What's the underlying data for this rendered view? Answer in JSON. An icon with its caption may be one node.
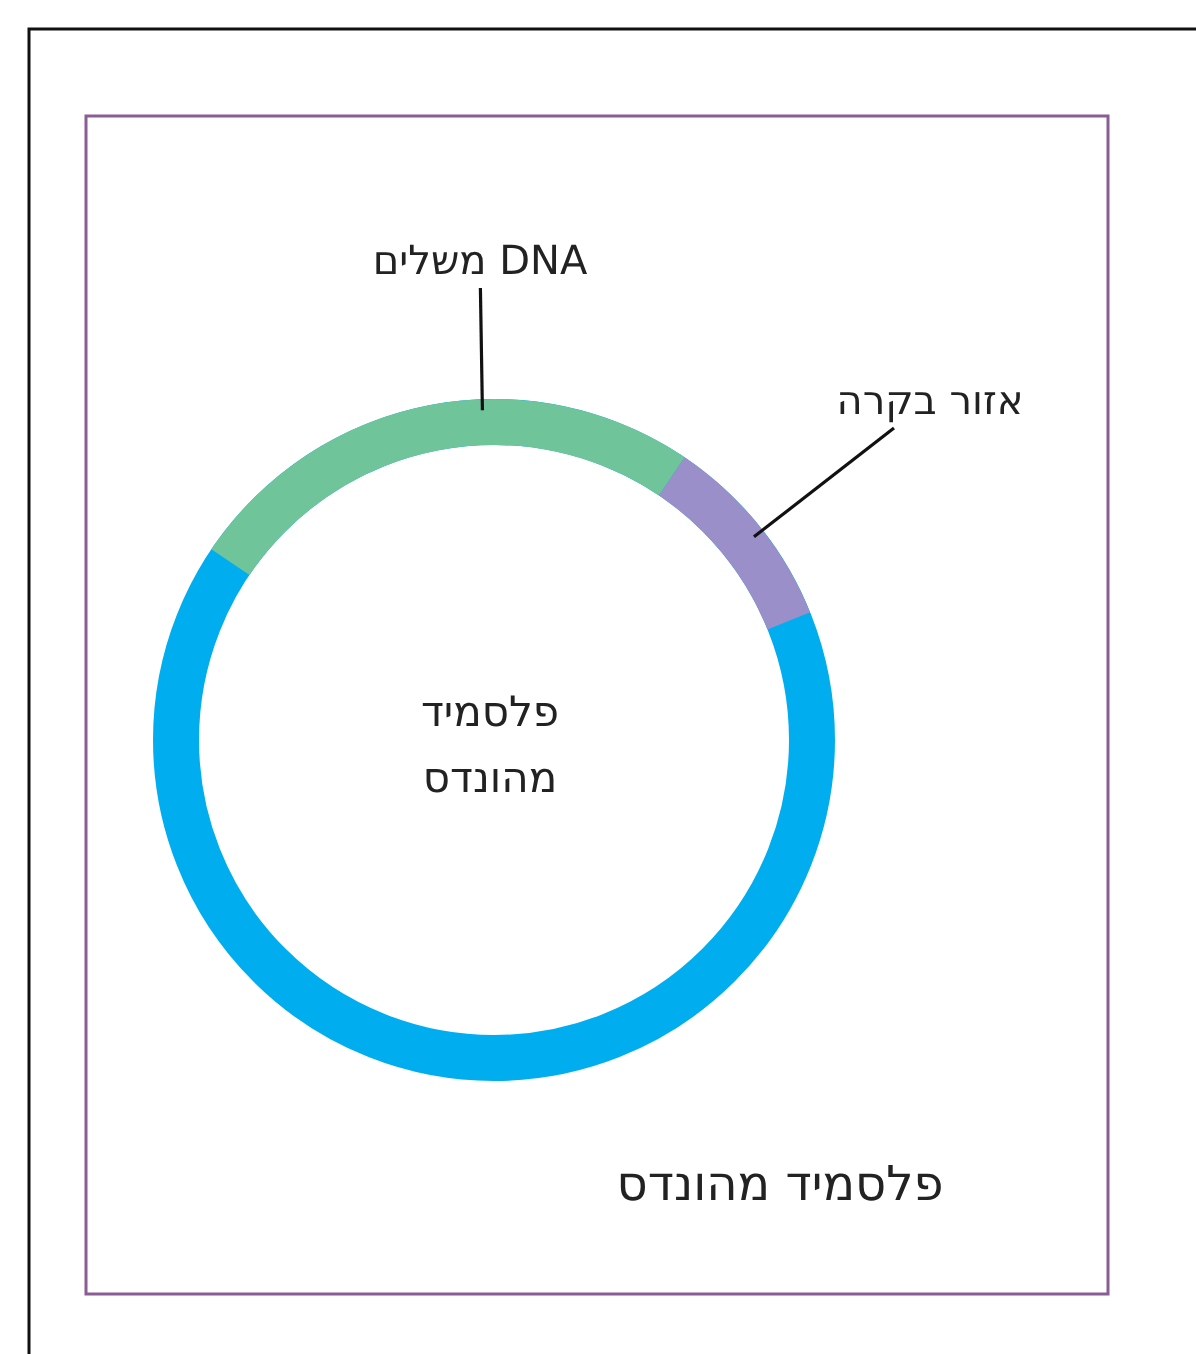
{
  "diagram": {
    "caption": "פלסמיד מהונדס",
    "nodes": [
      {
        "text": [
          "DNA משלים"
        ]
      },
      {
        "text": [],
        "shape": "arc"
      },
      {
        "text": [
          "אזור בקרה"
        ]
      },
      {
        "text": [],
        "shape": "arc"
      }
    ],
    "edges": [
      {
        "from": 0,
        "to": 1,
        "arrow": "none"
      },
      {
        "from": 2,
        "to": 3,
        "arrow": "none"
      }
    ],
    "labels": [
      "פלסמיד מהונדס"
    ]
  }
}
